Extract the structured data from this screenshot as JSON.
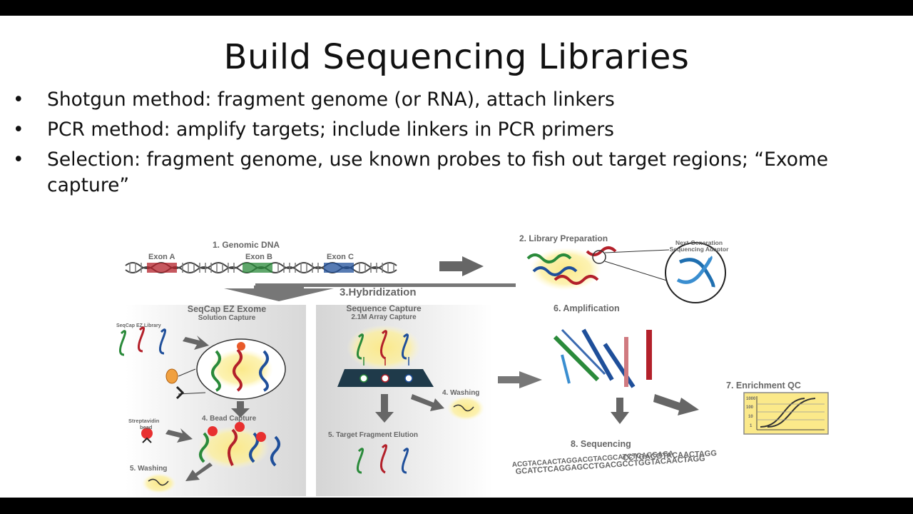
{
  "title": "Build Sequencing Libraries",
  "bullets": [
    "Shotgun method:  fragment genome (or RNA), attach linkers",
    "PCR method:  amplify targets; include linkers in PCR primers",
    "Selection:  fragment genome, use known probes to fish out target regions; “Exome capture”"
  ],
  "diagram": {
    "step1": "1. Genomic DNA",
    "exon_a": "Exon A",
    "exon_b": "Exon B",
    "exon_c": "Exon C",
    "step2": "2. Library Preparation",
    "adaptor_line1": "Next-Generation",
    "adaptor_line2": "Sequencing Adaptor",
    "step3": "3.Hybridization",
    "seqcap_title": "SeqCap EZ Exome",
    "seqcap_sub": "Solution Capture",
    "seqcap_lib": "SeqCap EZ Library",
    "streptavidin_line1": "Streptavidin",
    "streptavidin_line2": "bead",
    "bead_capture": "4. Bead Capture",
    "washing_left": "5. Washing",
    "array_title": "Sequence Capture",
    "array_sub": "2.1M Array Capture",
    "washing_mid": "4. Washing",
    "elution": "5. Target Fragment Elution",
    "step6": "6. Amplification",
    "step7": "7. Enrichment QC",
    "step8": "8. Sequencing",
    "seq_line1": "ACGTACAACTAGGACGTACGCATCTCAGGAGA",
    "seq_line2": "GCATCTCAGGAGCCTGACGCCTGGTACAACTAGG",
    "seq_line0": "CCTGACGTACAACTAGG",
    "qc_tick_1": "1000",
    "qc_tick_2": "100",
    "qc_tick_3": "10",
    "qc_tick_4": "1"
  },
  "colors": {
    "exon_a": "#b3202a",
    "exon_b": "#2a8a3a",
    "exon_c": "#1f4f9a",
    "arrow": "#666666",
    "highlight": "#fbe98a"
  }
}
